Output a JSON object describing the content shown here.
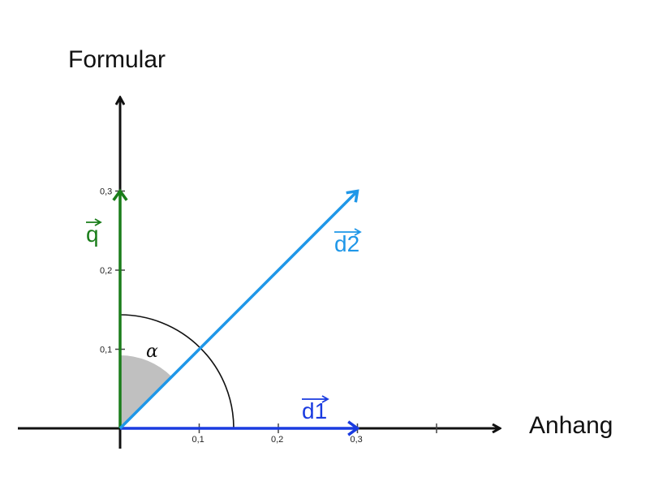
{
  "diagram": {
    "y_axis_title": "Formular",
    "x_axis_title": "Anhang",
    "x_ticks": [
      {
        "value": 0.1,
        "label": "0,1"
      },
      {
        "value": 0.2,
        "label": "0,2"
      },
      {
        "value": 0.3,
        "label": "0,3"
      },
      {
        "value": 0.4,
        "label": ""
      }
    ],
    "y_ticks": [
      {
        "value": 0.1,
        "label": "0,1"
      },
      {
        "value": 0.2,
        "label": "0,2"
      },
      {
        "value": 0.3,
        "label": "0,3"
      }
    ],
    "vectors": [
      {
        "id": "q",
        "label": "q",
        "x": 0,
        "y": 0.3,
        "color": "#1a7d1a"
      },
      {
        "id": "d1",
        "label": "d1",
        "x": 0.3,
        "y": 0,
        "color": "#1a3be0"
      },
      {
        "id": "d2",
        "label": "d2",
        "x": 0.3,
        "y": 0.3,
        "color": "#1f97e8"
      }
    ],
    "angle_label": "α",
    "angle_fill": "#c0c0c0"
  }
}
